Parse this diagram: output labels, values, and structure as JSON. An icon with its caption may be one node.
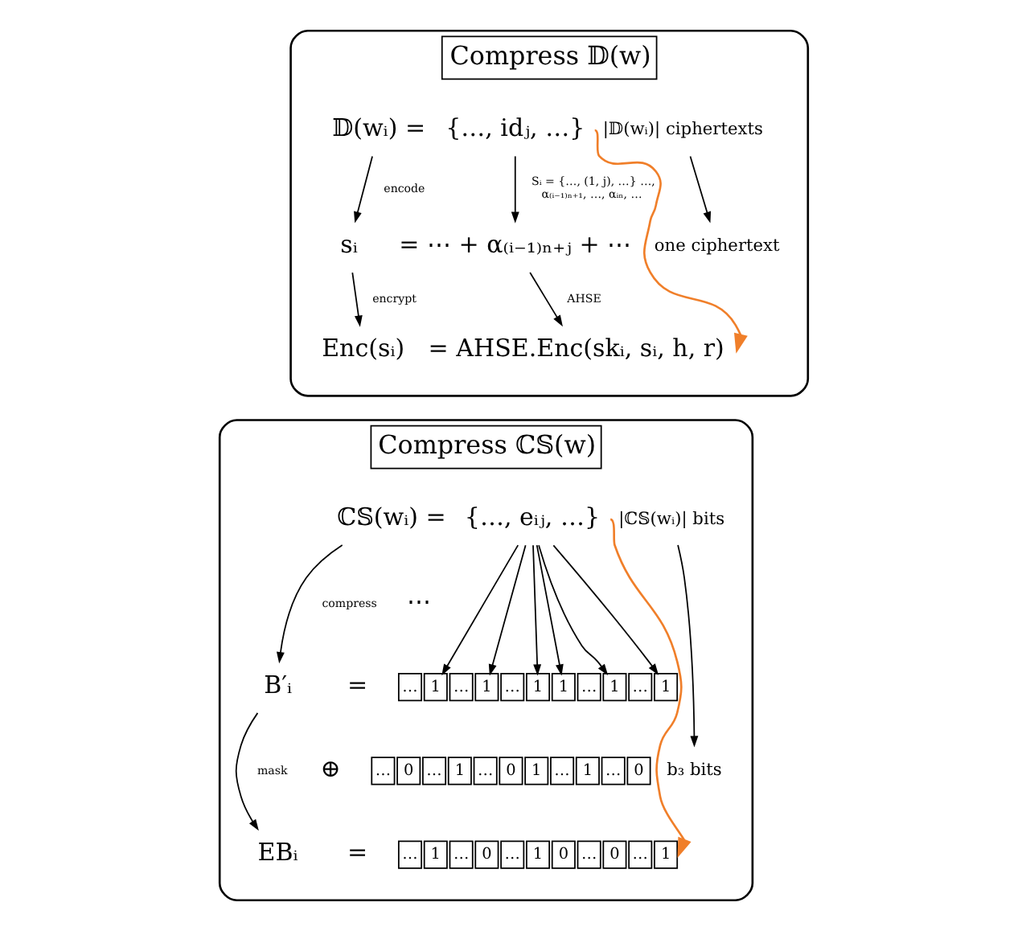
{
  "diagram": {
    "nodes": [
      {
        "text": [
          "Compress 𝔻(w)"
        ]
      },
      {
        "text": [
          "𝔻(wᵢ) ="
        ],
        "in": 0
      },
      {
        "text": [
          "{…, idⱼ, …}"
        ],
        "in": 0
      },
      {
        "text": [
          "sᵢ"
        ],
        "in": 0
      },
      {
        "text": [
          "= ⋯ + α₍ᵢ₋₁₎ₙ₊ⱼ + ⋯"
        ],
        "in": 0
      },
      {
        "text": [
          "Enc(sᵢ)"
        ],
        "in": 0
      },
      {
        "text": [
          "= AHSE.Enc(skᵢ, sᵢ, h, r)"
        ],
        "in": 0
      },
      {
        "text": [
          "|𝔻(wᵢ)| ciphertexts"
        ],
        "in": 0
      },
      {
        "text": [
          "one ciphertext"
        ],
        "in": 0
      },
      {
        "text": [
          "Compress ℂ𝕊(w)"
        ]
      },
      {
        "text": [
          "ℂ𝕊(wᵢ) ="
        ],
        "in": 9
      },
      {
        "text": [
          "{…, eᵢⱼ, …}"
        ],
        "in": 9
      },
      {
        "text": [
          "B′ᵢ"
        ],
        "in": 9
      },
      {
        "text": [
          "EBᵢ"
        ],
        "in": 9
      },
      {
        "text": [
          "|ℂ𝕊(wᵢ)| bits"
        ],
        "in": 9
      },
      {
        "text": [
          "b₃ bits"
        ],
        "in": 9
      },
      {
        "text": [
          "…"
        ],
        "in": 9
      },
      {
        "text": [
          "1"
        ],
        "in": 9
      },
      {
        "text": [
          "…"
        ],
        "in": 9
      },
      {
        "text": [
          "1"
        ],
        "in": 9
      },
      {
        "text": [
          "…"
        ],
        "in": 9
      },
      {
        "text": [
          "1"
        ],
        "in": 9
      },
      {
        "text": [
          "1"
        ],
        "in": 9
      },
      {
        "text": [
          "…"
        ],
        "in": 9
      },
      {
        "text": [
          "1"
        ],
        "in": 9
      },
      {
        "text": [
          "…"
        ],
        "in": 9
      },
      {
        "text": [
          "1"
        ],
        "in": 9
      },
      {
        "text": [
          "…"
        ],
        "in": 9
      },
      {
        "text": [
          "0"
        ],
        "in": 9
      },
      {
        "text": [
          "…"
        ],
        "in": 9
      },
      {
        "text": [
          "1"
        ],
        "in": 9
      },
      {
        "text": [
          "…"
        ],
        "in": 9
      },
      {
        "text": [
          "0"
        ],
        "in": 9
      },
      {
        "text": [
          "1"
        ],
        "in": 9
      },
      {
        "text": [
          "…"
        ],
        "in": 9
      },
      {
        "text": [
          "1"
        ],
        "in": 9
      },
      {
        "text": [
          "…"
        ],
        "in": 9
      },
      {
        "text": [
          "0"
        ],
        "in": 9
      },
      {
        "text": [
          "…"
        ],
        "in": 9
      },
      {
        "text": [
          "1"
        ],
        "in": 9
      },
      {
        "text": [
          "…"
        ],
        "in": 9
      },
      {
        "text": [
          "0"
        ],
        "in": 9
      },
      {
        "text": [
          "…"
        ],
        "in": 9
      },
      {
        "text": [
          "1"
        ],
        "in": 9
      },
      {
        "text": [
          "0"
        ],
        "in": 9
      },
      {
        "text": [
          "…"
        ],
        "in": 9
      },
      {
        "text": [
          "0"
        ],
        "in": 9
      },
      {
        "text": [
          "…"
        ],
        "in": 9
      },
      {
        "text": [
          "1"
        ],
        "in": 9
      }
    ],
    "edges": [
      {
        "from": 1,
        "to": 3,
        "arrow": "to",
        "label": "encode"
      },
      {
        "from": 2,
        "to": 4,
        "arrow": "to",
        "label": "Sᵢ = {…, (1, j), …} …, α₍ᵢ₋₁₎ₙ₊₁, …, αᵢₙ, …"
      },
      {
        "from": 3,
        "to": 5,
        "arrow": "to",
        "label": "encrypt"
      },
      {
        "from": 4,
        "to": 6,
        "arrow": "to",
        "label": "AHSE"
      },
      {
        "from": 2,
        "to": 6,
        "arrow": "to",
        "color": "#f07f2a"
      },
      {
        "from": 7,
        "to": 8,
        "arrow": "to"
      },
      {
        "from": 10,
        "to": 12,
        "arrow": "to",
        "label": "compress"
      },
      {
        "from": 12,
        "to": 13,
        "arrow": "to",
        "label": "mask"
      },
      {
        "from": 11,
        "to": 17,
        "arrow": "to"
      },
      {
        "from": 11,
        "to": 19,
        "arrow": "to"
      },
      {
        "from": 11,
        "to": 21,
        "arrow": "to"
      },
      {
        "from": 11,
        "to": 22,
        "arrow": "to"
      },
      {
        "from": 11,
        "to": 24,
        "arrow": "to"
      },
      {
        "from": 11,
        "to": 26,
        "arrow": "to"
      },
      {
        "from": 11,
        "to": 48,
        "arrow": "to",
        "color": "#f07f2a"
      },
      {
        "from": 14,
        "to": 15,
        "arrow": "to"
      }
    ],
    "labels": [
      "⋯",
      "=",
      "⊕",
      "="
    ]
  }
}
